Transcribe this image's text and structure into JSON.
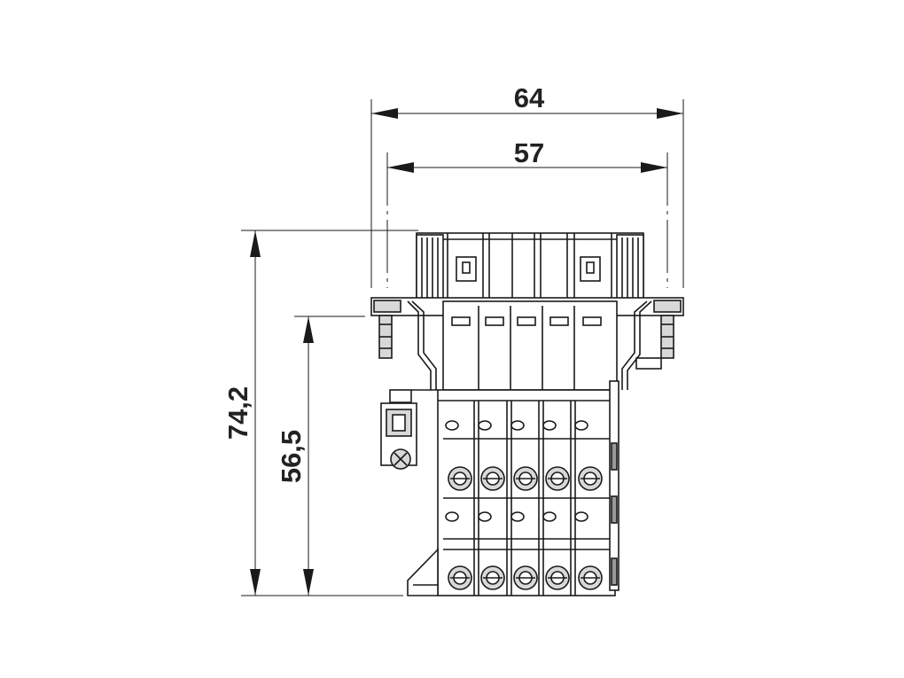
{
  "dimensions": {
    "width_outer": "64",
    "width_inner": "57",
    "height_total": "74,2",
    "height_body": "56,5"
  },
  "colors": {
    "line": "#1a1a1a",
    "fill_light": "#d8d8d8",
    "fill_mid": "#9a9a9a",
    "background": "#ffffff"
  }
}
